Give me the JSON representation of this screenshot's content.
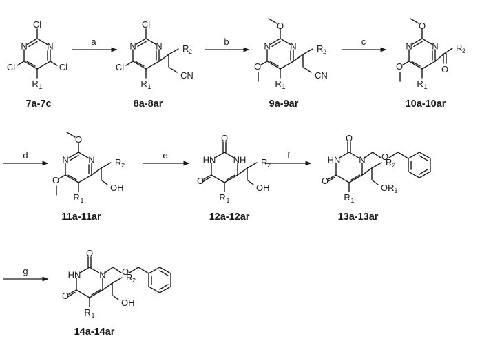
{
  "steps": [
    "a",
    "b",
    "c",
    "d",
    "e",
    "f",
    "g"
  ],
  "compounds": [
    "7a-7c",
    "8a-8ar",
    "9a-9ar",
    "10a-10ar",
    "11a-11ar",
    "12a-12ar",
    "13a-13ar",
    "14a-14ar"
  ]
}
